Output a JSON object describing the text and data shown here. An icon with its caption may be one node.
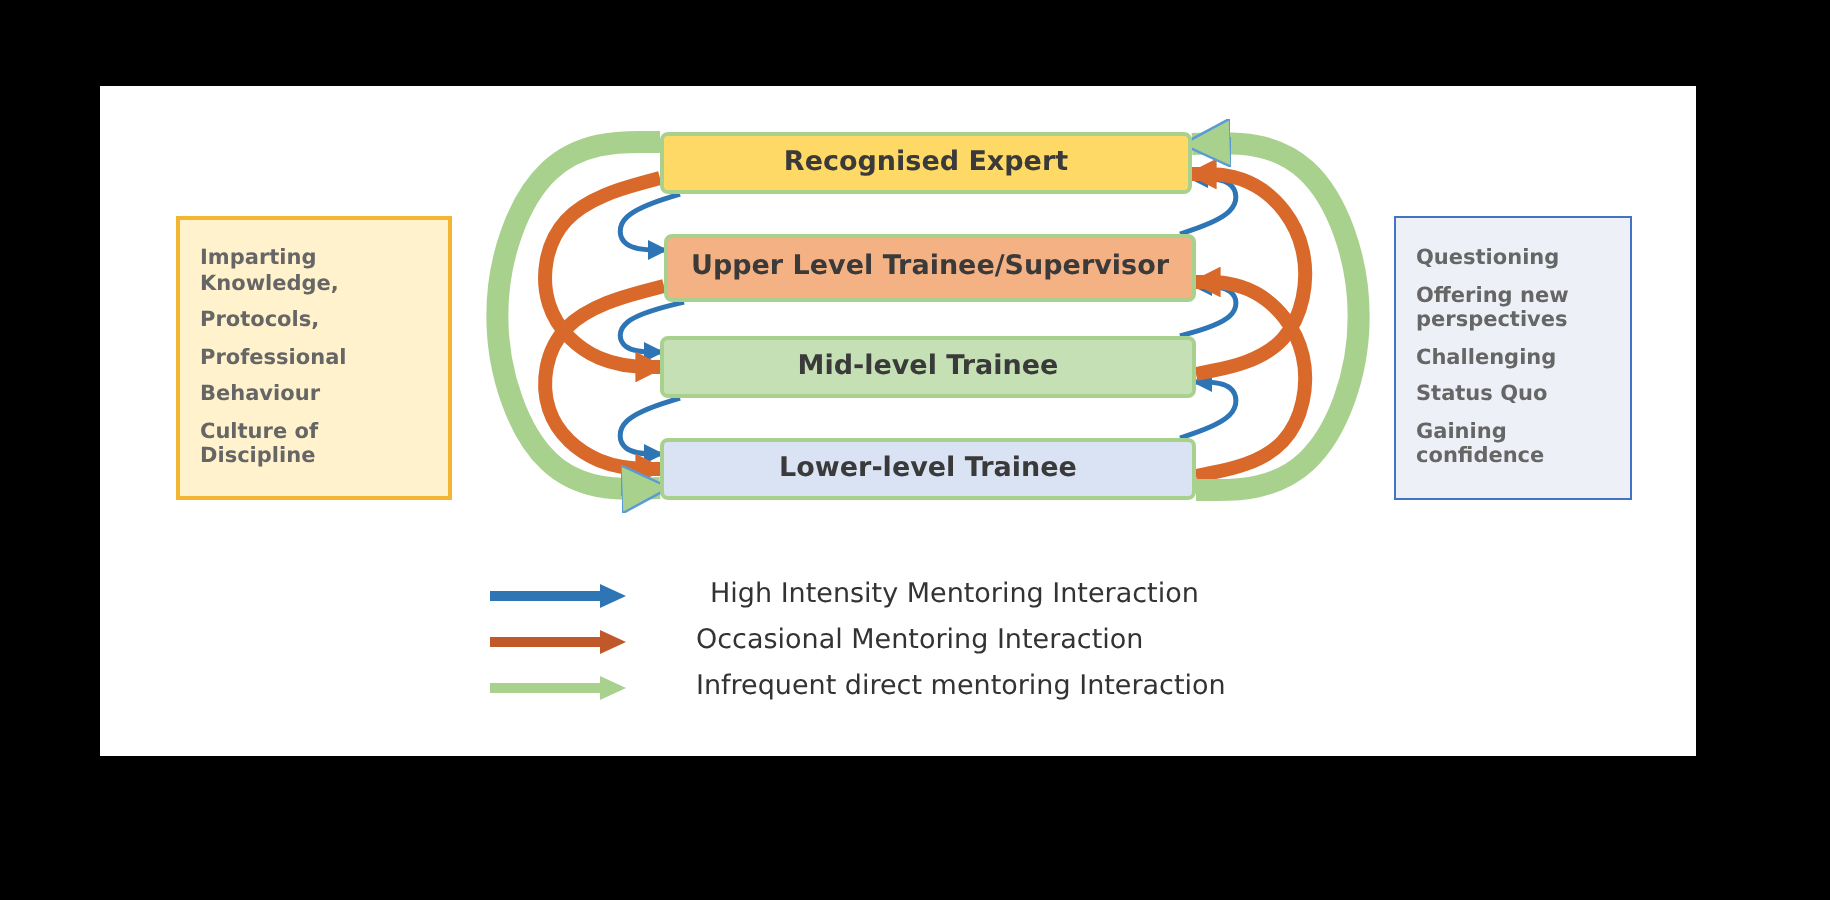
{
  "diagram": {
    "nodes": [
      {
        "text": [
          "Recognised Expert"
        ]
      },
      {
        "text": [
          "Upper Level Trainee/Supervisor"
        ]
      },
      {
        "text": [
          "Mid-level Trainee"
        ]
      },
      {
        "text": [
          "Lower-level Trainee"
        ]
      },
      {
        "text": [
          "Imparting Knowledge,",
          "Protocols,",
          "Professional",
          "Behaviour",
          "Culture of Discipline"
        ]
      },
      {
        "text": [
          "Questioning",
          "Offering new perspectives",
          "Challenging",
          "Status Quo",
          "Gaining confidence"
        ]
      }
    ],
    "edges": [
      {
        "from": 0,
        "to": 1,
        "arrow": "to"
      },
      {
        "from": 1,
        "to": 2,
        "arrow": "to"
      },
      {
        "from": 2,
        "to": 3,
        "arrow": "to"
      },
      {
        "from": 0,
        "to": 2,
        "arrow": "to",
        "style": "thick",
        "color": "#d9692a"
      },
      {
        "from": 1,
        "to": 3,
        "arrow": "to",
        "style": "thick",
        "color": "#d9692a"
      },
      {
        "from": 0,
        "to": 3,
        "arrow": "to",
        "style": "thick",
        "color": "#a9d18e"
      },
      {
        "from": 3,
        "to": 2,
        "arrow": "to"
      },
      {
        "from": 2,
        "to": 1,
        "arrow": "to"
      },
      {
        "from": 1,
        "to": 0,
        "arrow": "to"
      },
      {
        "from": 2,
        "to": 0,
        "arrow": "to",
        "style": "thick",
        "color": "#d9692a"
      },
      {
        "from": 3,
        "to": 1,
        "arrow": "to",
        "style": "thick",
        "color": "#d9692a"
      },
      {
        "from": 3,
        "to": 0,
        "arrow": "to",
        "style": "thick",
        "color": "#a9d18e"
      }
    ],
    "legend": [
      {
        "text": "High Intensity Mentoring Interaction",
        "color": "#2e75b6"
      },
      {
        "text": "Occasional Mentoring Interaction",
        "color": "#c0582a"
      },
      {
        "text": "Infrequent direct mentoring Interaction",
        "color": "#a9d18e"
      }
    ]
  }
}
